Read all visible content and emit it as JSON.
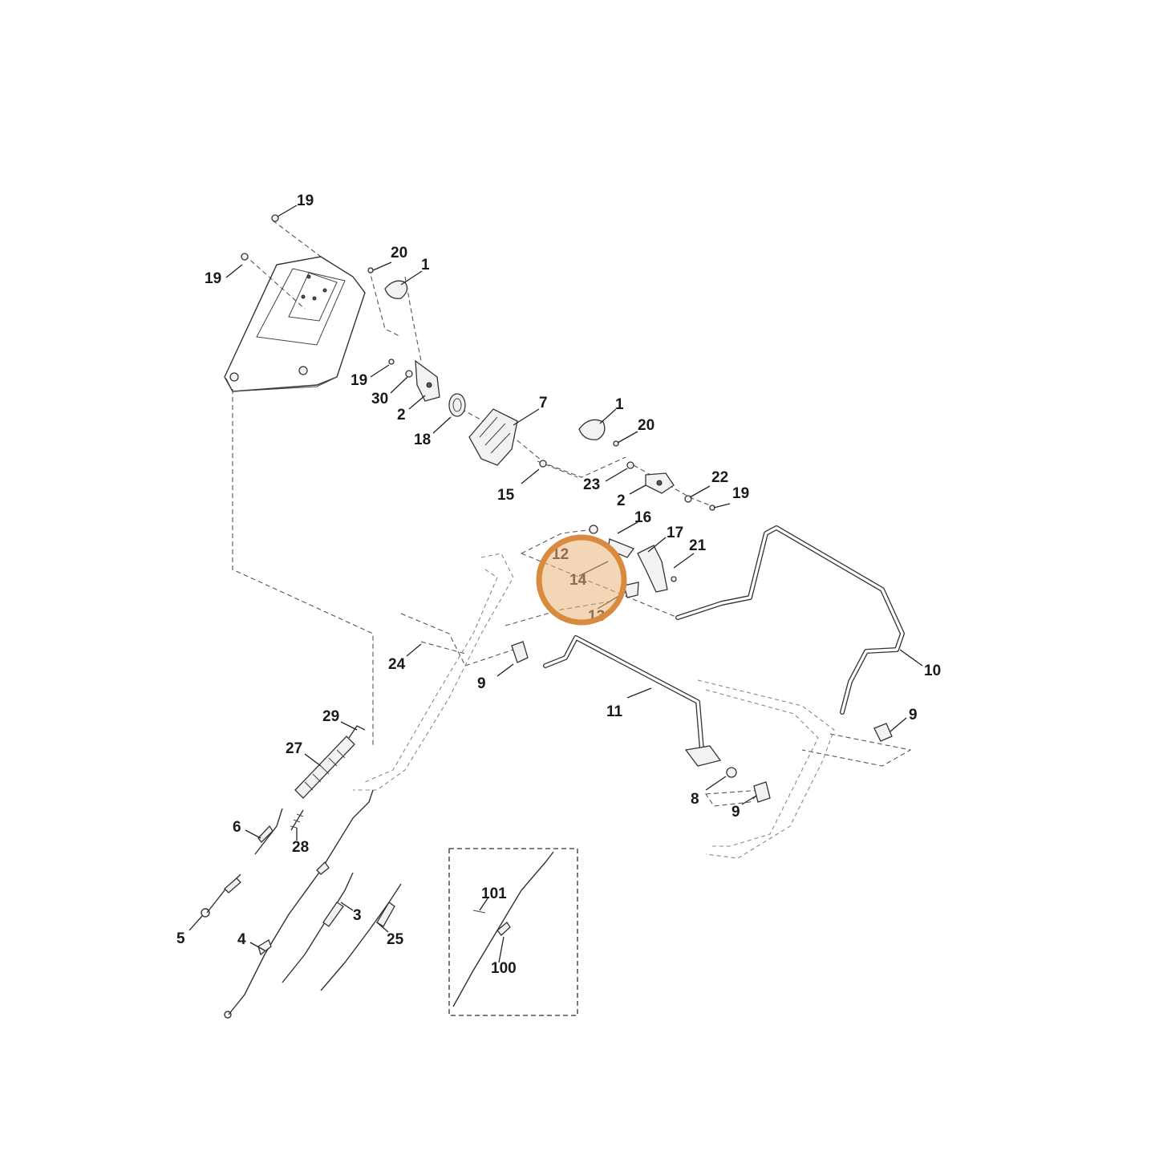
{
  "colors": {
    "background": "#ffffff",
    "line": "#333333",
    "highlight_fill": "#e8b478",
    "highlight_stroke": "#d88a3e"
  },
  "labels": {
    "l1a": "1",
    "l1b": "1",
    "l2a": "2",
    "l2b": "2",
    "l3": "3",
    "l4": "4",
    "l5": "5",
    "l6": "6",
    "l7": "7",
    "l8": "8",
    "l9a": "9",
    "l9b": "9",
    "l9c": "9",
    "l10": "10",
    "l11": "11",
    "l12": "12",
    "l13": "13",
    "l14": "14",
    "l15": "15",
    "l16": "16",
    "l17": "17",
    "l18": "18",
    "l19a": "19",
    "l19b": "19",
    "l19c": "19",
    "l19d": "19",
    "l20a": "20",
    "l20b": "20",
    "l21": "21",
    "l22": "22",
    "l23": "23",
    "l24": "24",
    "l25": "25",
    "l27": "27",
    "l28": "28",
    "l29": "29",
    "l30": "30",
    "l100": "100",
    "l101": "101"
  },
  "highlight": {
    "part": "14",
    "icon": "highlight-circle"
  }
}
